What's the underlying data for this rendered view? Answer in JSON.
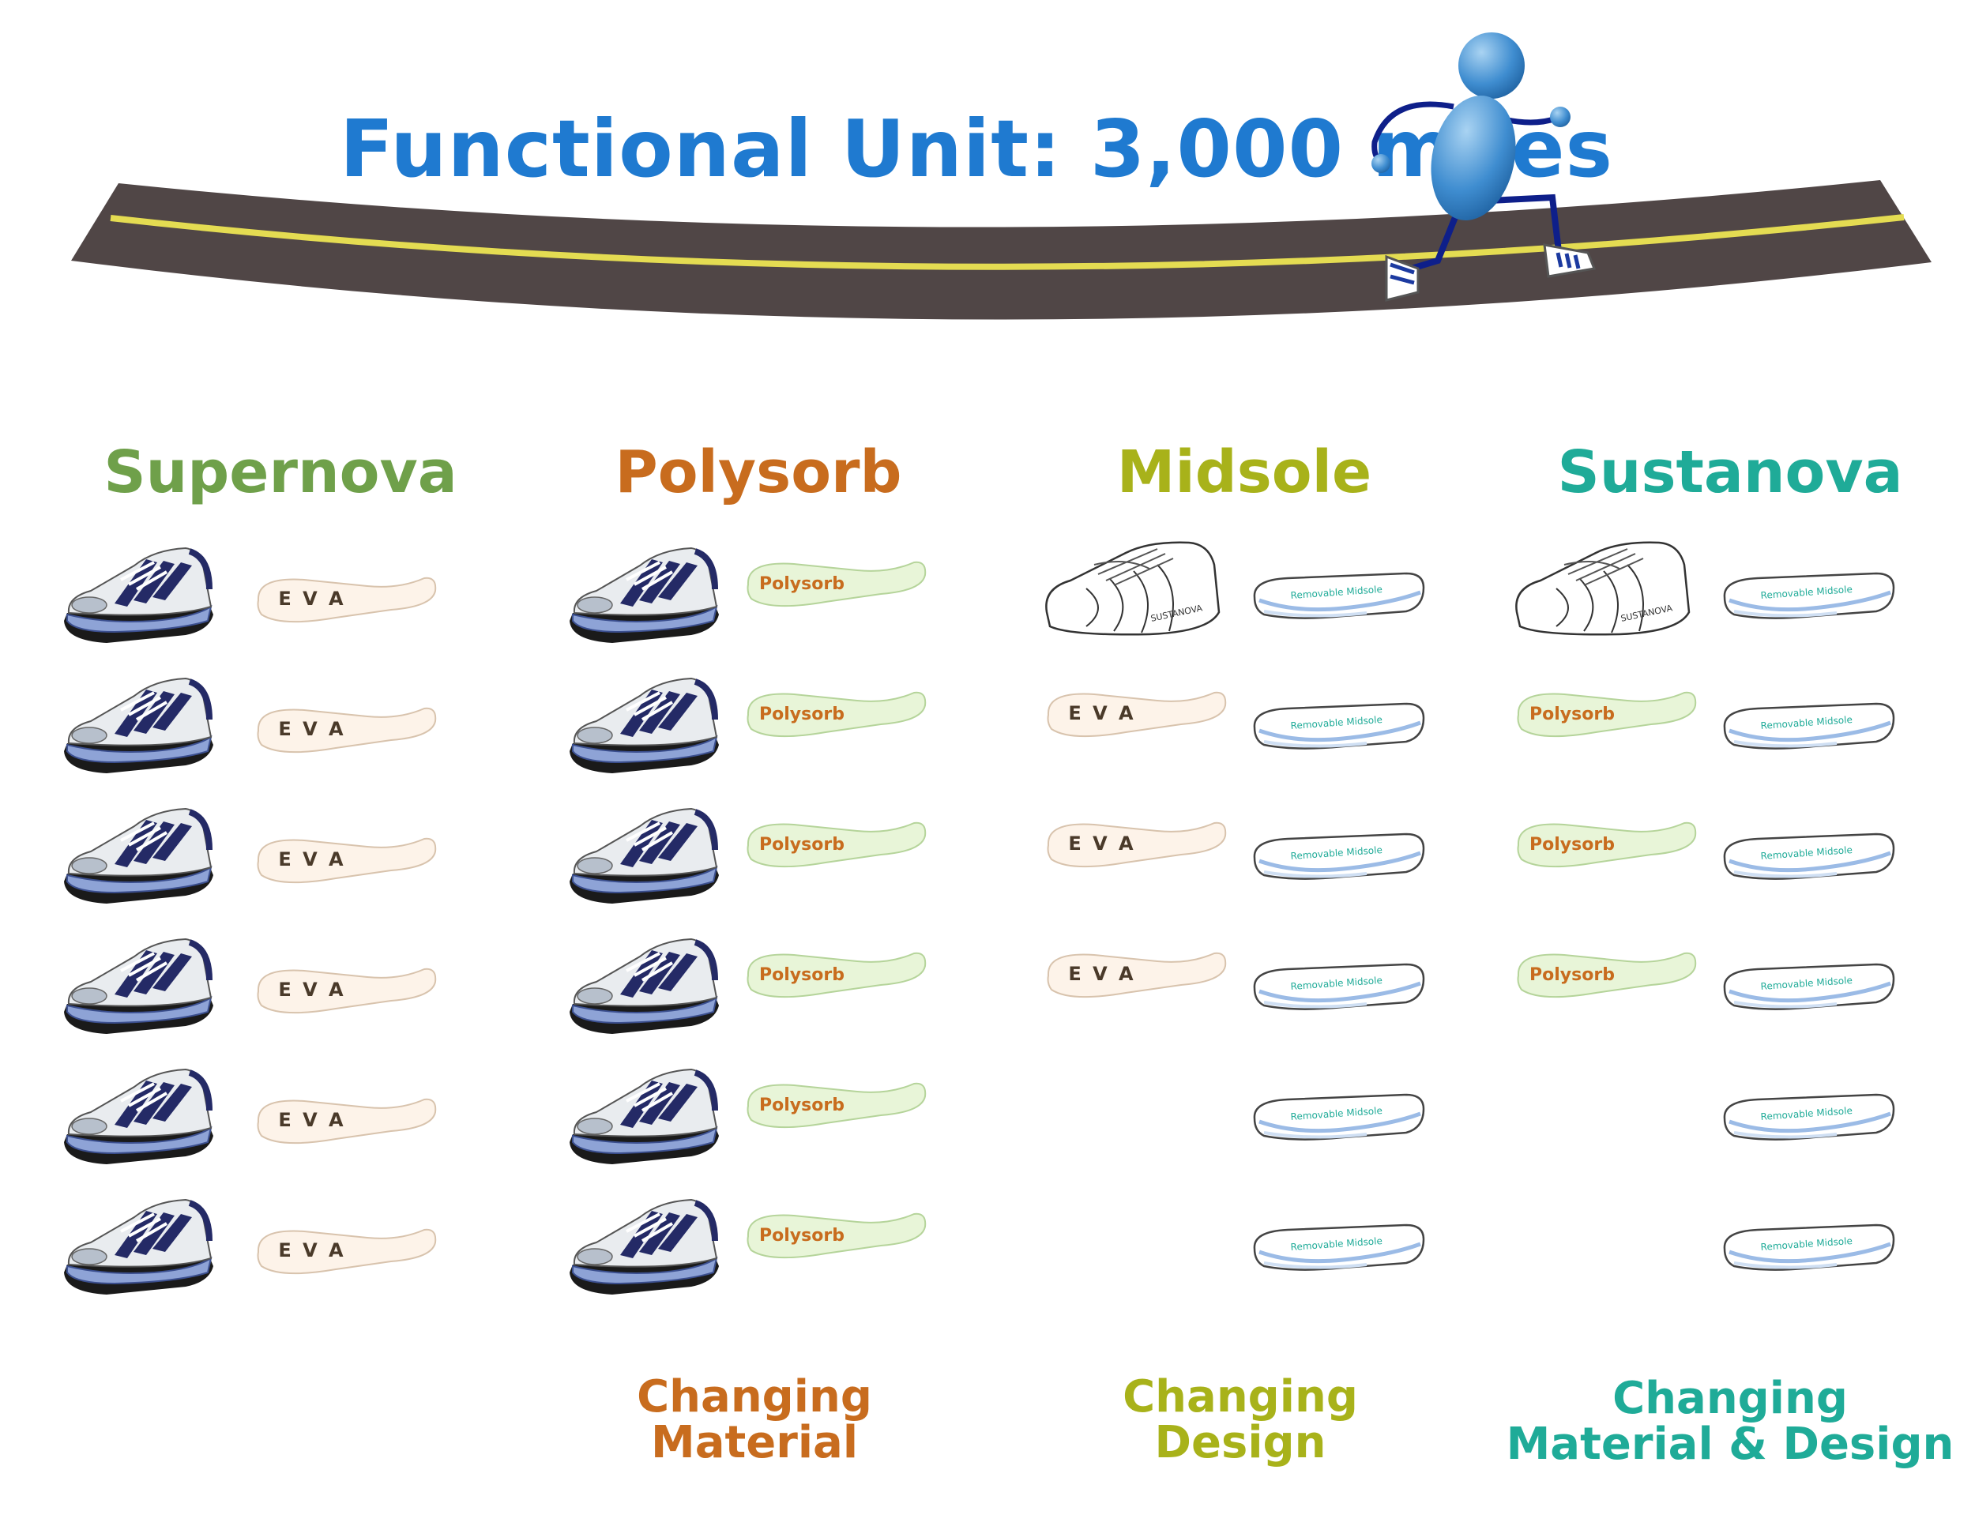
{
  "title": "Functional Unit: 3,000 miles",
  "colors": {
    "title": "#1f7ad0",
    "road": "#504646",
    "road_line": "#e4dc52",
    "supernova": "#6fa04a",
    "polysorb": "#c86c1e",
    "midsole": "#a8b21a",
    "sustanova": "#1fab98",
    "eva_fill": "#fdf3e9",
    "polysorb_fill": "#e8f5d8",
    "runner": "#3f8dd0"
  },
  "columns": [
    {
      "name": "Supernova",
      "caption": [],
      "rows": [
        {
          "left": "shoe",
          "right_label": "E V A"
        },
        {
          "left": "shoe",
          "right_label": "E V A"
        },
        {
          "left": "shoe",
          "right_label": "E V A"
        },
        {
          "left": "shoe",
          "right_label": "E V A"
        },
        {
          "left": "shoe",
          "right_label": "E V A"
        },
        {
          "left": "shoe",
          "right_label": "E V A"
        }
      ]
    },
    {
      "name": "Polysorb",
      "caption": [
        "Changing",
        "Material"
      ],
      "rows": [
        {
          "left": "shoe",
          "right_label": "Polysorb"
        },
        {
          "left": "shoe",
          "right_label": "Polysorb"
        },
        {
          "left": "shoe",
          "right_label": "Polysorb"
        },
        {
          "left": "shoe",
          "right_label": "Polysorb"
        },
        {
          "left": "shoe",
          "right_label": "Polysorb"
        },
        {
          "left": "shoe",
          "right_label": "Polysorb"
        }
      ]
    },
    {
      "name": "Midsole",
      "caption": [
        "Changing",
        "Design"
      ],
      "rows": [
        {
          "left": "upper",
          "right_label": "Removable Midsole"
        },
        {
          "left": "E V A",
          "right_label": "Removable Midsole"
        },
        {
          "left": "E V A",
          "right_label": "Removable Midsole"
        },
        {
          "left": "E V A",
          "right_label": "Removable Midsole"
        },
        {
          "left": "",
          "right_label": "Removable Midsole"
        },
        {
          "left": "",
          "right_label": "Removable Midsole"
        }
      ]
    },
    {
      "name": "Sustanova",
      "caption": [
        "Changing",
        "Material & Design"
      ],
      "rows": [
        {
          "left": "upper",
          "right_label": "Removable Midsole"
        },
        {
          "left": "Polysorb",
          "right_label": "Removable Midsole"
        },
        {
          "left": "Polysorb",
          "right_label": "Removable Midsole"
        },
        {
          "left": "Polysorb",
          "right_label": "Removable Midsole"
        },
        {
          "left": "",
          "right_label": "Removable Midsole"
        },
        {
          "left": "",
          "right_label": "Removable Midsole"
        }
      ]
    }
  ],
  "upper_brand": "SUSTANOVA"
}
